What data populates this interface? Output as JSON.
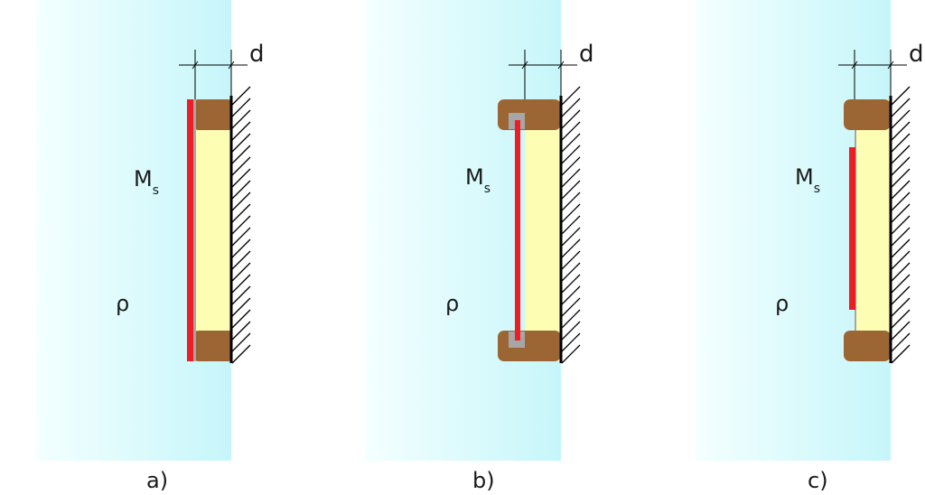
{
  "panels": [
    {
      "variant": "a",
      "caption": "a)",
      "thickness_label": "d",
      "mass_label": "M",
      "mass_subscript": "s",
      "density_label": "ρ"
    },
    {
      "variant": "b",
      "caption": "b)",
      "thickness_label": "d",
      "mass_label": "M",
      "mass_subscript": "s",
      "density_label": "ρ"
    },
    {
      "variant": "c",
      "caption": "c)",
      "thickness_label": "d",
      "mass_label": "M",
      "mass_subscript": "s",
      "density_label": "ρ"
    }
  ],
  "colors": {
    "fluid_light": "#f4ffff",
    "fluid_dark": "#c6f6fa",
    "cavity": "#fdfdb4",
    "frame": "#9c6634",
    "membrane": "#ee1c24",
    "clamp": "#a6a6a6",
    "wall": "#000000",
    "text": "#1a1a1a"
  }
}
